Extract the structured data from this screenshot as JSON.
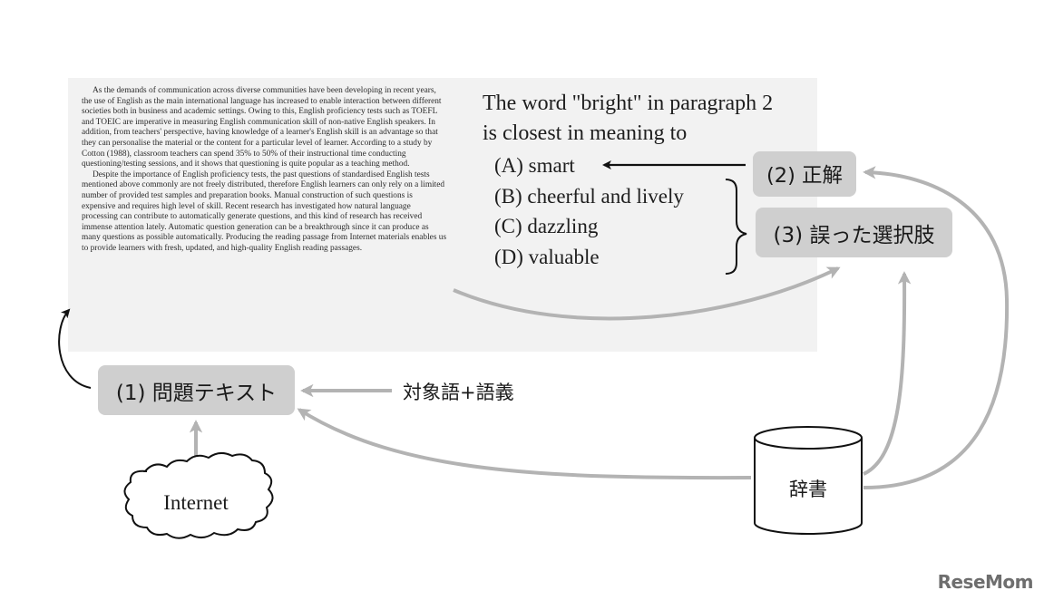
{
  "passage": {
    "paragraph1": "As the demands of communication across diverse communities have been developing in recent years, the use of English as the main international language has increased to enable interaction between different societies both in business and academic settings. Owing to this, English proficiency tests such as TOEFL and TOEIC are imperative in measuring English communication skill of non-native English speakers. In addition, from teachers' perspective, having knowledge of a learner's English skill is an advantage so that they can personalise the material or the content for a particular level of learner. According to a study by Cotton (1988), classroom teachers can spend 35% to 50% of their instructional time conducting questioning/testing sessions, and it shows that questioning is quite popular as a teaching method.",
    "paragraph2": "Despite the importance of English proficiency tests, the past questions of standardised English tests mentioned above commonly are not freely distributed, therefore English learners can only rely on a limited number of provided test samples and preparation books. Manual construction of such questions is expensive and requires high level of skill. Recent research has investigated how natural language processing can contribute to automatically generate questions, and this kind of research has received immense attention lately. Automatic question generation can be a breakthrough since it can produce as many questions as possible automatically. Producing the reading passage from Internet materials enables us to provide learners with fresh, updated, and high-quality English reading passages."
  },
  "question": {
    "stem_line1": "The word \"bright\" in paragraph 2",
    "stem_line2": "is closest in meaning to",
    "options": [
      "(A) smart",
      "(B) cheerful and lively",
      "(C) dazzling",
      "(D) valuable"
    ]
  },
  "labels": {
    "correct_answer": "(2) 正解",
    "distractors": "(3) 誤った選択肢",
    "problem_text": "(1) 問題テキスト",
    "target_word": "対象語+語義",
    "internet": "Internet",
    "dictionary": "辞書"
  },
  "watermark": "ReseMom",
  "colors": {
    "panel_bg": "#f2f2f2",
    "label_box": "#cfcfcf",
    "gray_arrow": "#b3b3b3",
    "black_arrow": "#111111"
  }
}
